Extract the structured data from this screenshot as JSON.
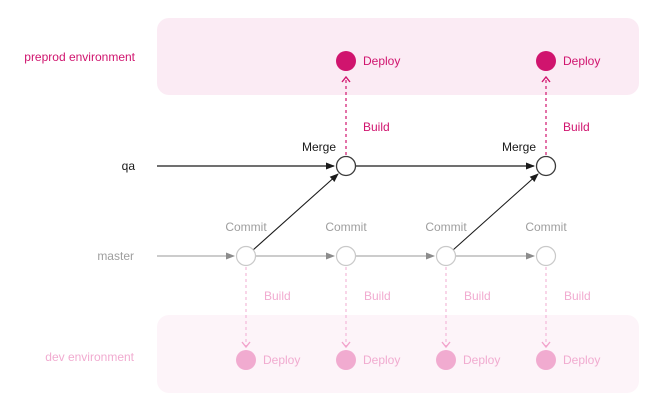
{
  "environments": {
    "preprod": {
      "label": "preprod environment",
      "band_color": "#FBEBF4",
      "accent_color": "#D0146E"
    },
    "dev": {
      "label": "dev environment",
      "band_color": "#FDF4F9",
      "accent_color": "#F1ABD0"
    }
  },
  "branches": {
    "qa": {
      "label": "qa",
      "line_color": "#1A1A1A"
    },
    "master": {
      "label": "master",
      "line_color": "#999999"
    }
  },
  "preprod_deploys": [
    {
      "label": "Deploy"
    },
    {
      "label": "Deploy"
    }
  ],
  "top_builds": [
    {
      "label": "Build"
    },
    {
      "label": "Build"
    }
  ],
  "merges": [
    {
      "label": "Merge"
    },
    {
      "label": "Merge"
    }
  ],
  "commits": [
    {
      "label": "Commit"
    },
    {
      "label": "Commit"
    },
    {
      "label": "Commit"
    },
    {
      "label": "Commit"
    }
  ],
  "bottom_builds": [
    {
      "label": "Build"
    },
    {
      "label": "Build"
    },
    {
      "label": "Build"
    },
    {
      "label": "Build"
    }
  ],
  "dev_deploys": [
    {
      "label": "Deploy"
    },
    {
      "label": "Deploy"
    },
    {
      "label": "Deploy"
    },
    {
      "label": "Deploy"
    }
  ]
}
